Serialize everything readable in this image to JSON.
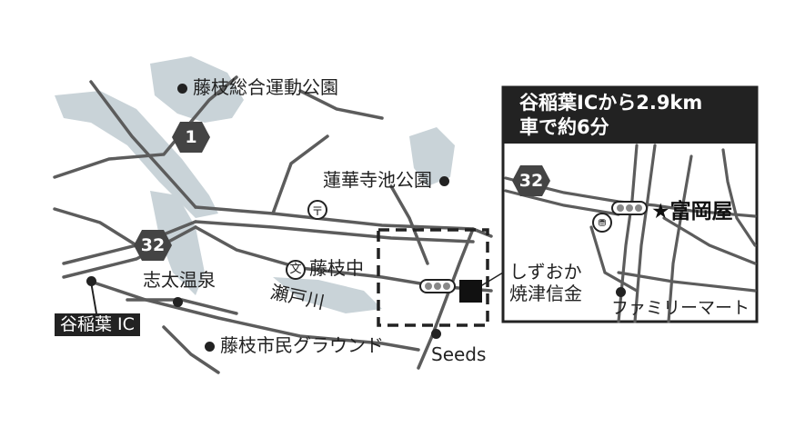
{
  "labels": {
    "park_sogo": "藤枝総合運動公園",
    "park_renge": "蓮華寺池公園",
    "onsen": "志太温泉",
    "school": "藤枝中",
    "river": "瀬戸川",
    "ground": "藤枝市民グラウンド",
    "seeds": "Seeds",
    "ic": "谷稲葉 IC",
    "bank_line1": "しずおか",
    "bank_line2": "焼津信金",
    "famima": "ファミリーマート",
    "store": "富岡屋"
  },
  "inset": {
    "line1": "谷稲葉ICから2.9km",
    "line2": "車で約6分"
  },
  "routes": {
    "r1": "1",
    "r32_main": "32",
    "r32_inset": "32"
  },
  "symbols": {
    "school": "文",
    "post": "〒",
    "bank": "⛃"
  },
  "colors": {
    "water": "#c9d3d8",
    "road": "#5c5c5c",
    "dark": "#222222"
  }
}
